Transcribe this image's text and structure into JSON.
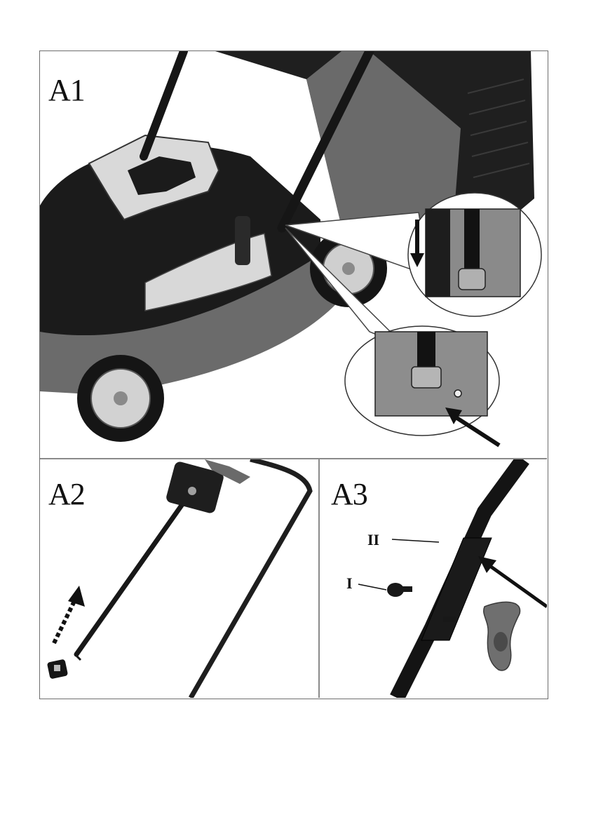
{
  "panels": {
    "a1": {
      "label": "A1"
    },
    "a2": {
      "label": "A2"
    },
    "a3": {
      "label": "A3",
      "callouts": {
        "part_ii": "II",
        "part_i": "I"
      }
    }
  },
  "colors": {
    "mower_dark": "#1c1c1c",
    "mower_grey": "#6d6d6d",
    "mower_light": "#cfcfcf",
    "frame": "#6e6e6e"
  },
  "icons": [
    "down-arrow-icon",
    "diagonal-arrow-icon",
    "knob-icon",
    "wing-nut-icon"
  ]
}
